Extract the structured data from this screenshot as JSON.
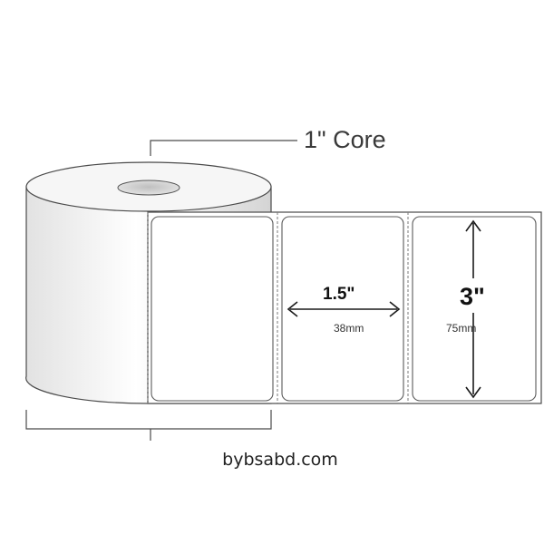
{
  "diagram": {
    "core_label": "1\" Core",
    "label_width_in": "1.5\"",
    "label_width_mm": "38mm",
    "label_height_in": "3\"",
    "label_height_mm": "75mm",
    "website": "bybsabd.com"
  },
  "colors": {
    "outline": "#4a4a4a",
    "roll_face": "#f4f4f4",
    "roll_side_light": "#ffffff",
    "roll_side_dark": "#cfcfcf",
    "core_hole": "#d9d9d9",
    "arrow": "#1a1a1a"
  },
  "icons": [
    "arrow-left-icon",
    "arrow-right-icon",
    "arrow-up-icon",
    "arrow-down-icon"
  ]
}
